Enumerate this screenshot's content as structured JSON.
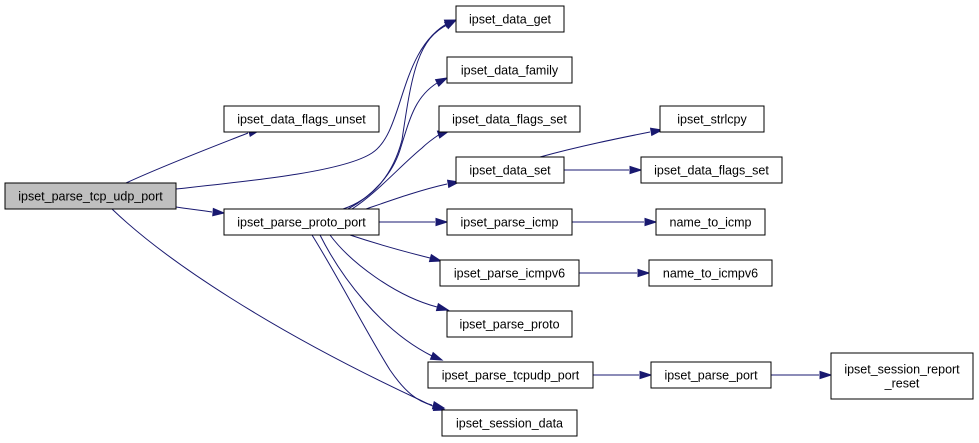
{
  "graph": {
    "nodes": [
      {
        "id": "ipset_parse_tcp_udp_port",
        "lines": [
          "ipset_parse_tcp_udp_port"
        ],
        "root": true
      },
      {
        "id": "ipset_data_flags_unset",
        "lines": [
          "ipset_data_flags_unset"
        ]
      },
      {
        "id": "ipset_parse_proto_port",
        "lines": [
          "ipset_parse_proto_port"
        ]
      },
      {
        "id": "ipset_data_get",
        "lines": [
          "ipset_data_get"
        ]
      },
      {
        "id": "ipset_data_family",
        "lines": [
          "ipset_data_family"
        ]
      },
      {
        "id": "ipset_data_flags_set_1",
        "lines": [
          "ipset_data_flags_set"
        ]
      },
      {
        "id": "ipset_data_set",
        "lines": [
          "ipset_data_set"
        ]
      },
      {
        "id": "ipset_parse_icmp",
        "lines": [
          "ipset_parse_icmp"
        ]
      },
      {
        "id": "ipset_parse_icmpv6",
        "lines": [
          "ipset_parse_icmpv6"
        ]
      },
      {
        "id": "ipset_parse_proto",
        "lines": [
          "ipset_parse_proto"
        ]
      },
      {
        "id": "ipset_parse_tcpudp_port",
        "lines": [
          "ipset_parse_tcpudp_port"
        ]
      },
      {
        "id": "ipset_session_data",
        "lines": [
          "ipset_session_data"
        ]
      },
      {
        "id": "ipset_strlcpy",
        "lines": [
          "ipset_strlcpy"
        ]
      },
      {
        "id": "ipset_data_flags_set_2",
        "lines": [
          "ipset_data_flags_set"
        ]
      },
      {
        "id": "name_to_icmp",
        "lines": [
          "name_to_icmp"
        ]
      },
      {
        "id": "name_to_icmpv6",
        "lines": [
          "name_to_icmpv6"
        ]
      },
      {
        "id": "ipset_parse_port",
        "lines": [
          "ipset_parse_port"
        ]
      },
      {
        "id": "ipset_session_report_reset",
        "lines": [
          "ipset_session_report",
          "_reset"
        ]
      }
    ],
    "edges": [
      {
        "from": "ipset_parse_tcp_udp_port",
        "to": "ipset_data_flags_unset"
      },
      {
        "from": "ipset_parse_tcp_udp_port",
        "to": "ipset_data_get"
      },
      {
        "from": "ipset_parse_tcp_udp_port",
        "to": "ipset_parse_proto_port"
      },
      {
        "from": "ipset_parse_tcp_udp_port",
        "to": "ipset_session_data"
      },
      {
        "from": "ipset_parse_proto_port",
        "to": "ipset_data_get"
      },
      {
        "from": "ipset_parse_proto_port",
        "to": "ipset_data_family"
      },
      {
        "from": "ipset_parse_proto_port",
        "to": "ipset_data_flags_set_1"
      },
      {
        "from": "ipset_parse_proto_port",
        "to": "ipset_data_set"
      },
      {
        "from": "ipset_parse_proto_port",
        "to": "ipset_parse_icmp"
      },
      {
        "from": "ipset_parse_proto_port",
        "to": "ipset_parse_icmpv6"
      },
      {
        "from": "ipset_parse_proto_port",
        "to": "ipset_parse_proto"
      },
      {
        "from": "ipset_parse_proto_port",
        "to": "ipset_parse_tcpudp_port"
      },
      {
        "from": "ipset_parse_proto_port",
        "to": "ipset_session_data"
      },
      {
        "from": "ipset_data_set",
        "to": "ipset_strlcpy"
      },
      {
        "from": "ipset_data_set",
        "to": "ipset_data_flags_set_2"
      },
      {
        "from": "ipset_parse_icmp",
        "to": "name_to_icmp"
      },
      {
        "from": "ipset_parse_icmpv6",
        "to": "name_to_icmpv6"
      },
      {
        "from": "ipset_parse_tcpudp_port",
        "to": "ipset_parse_port"
      },
      {
        "from": "ipset_parse_port",
        "to": "ipset_session_report_reset"
      }
    ],
    "colors": {
      "edge": "#191970",
      "root_fill": "#bfbfbf",
      "node_fill": "#ffffff",
      "node_border": "#000000"
    }
  }
}
